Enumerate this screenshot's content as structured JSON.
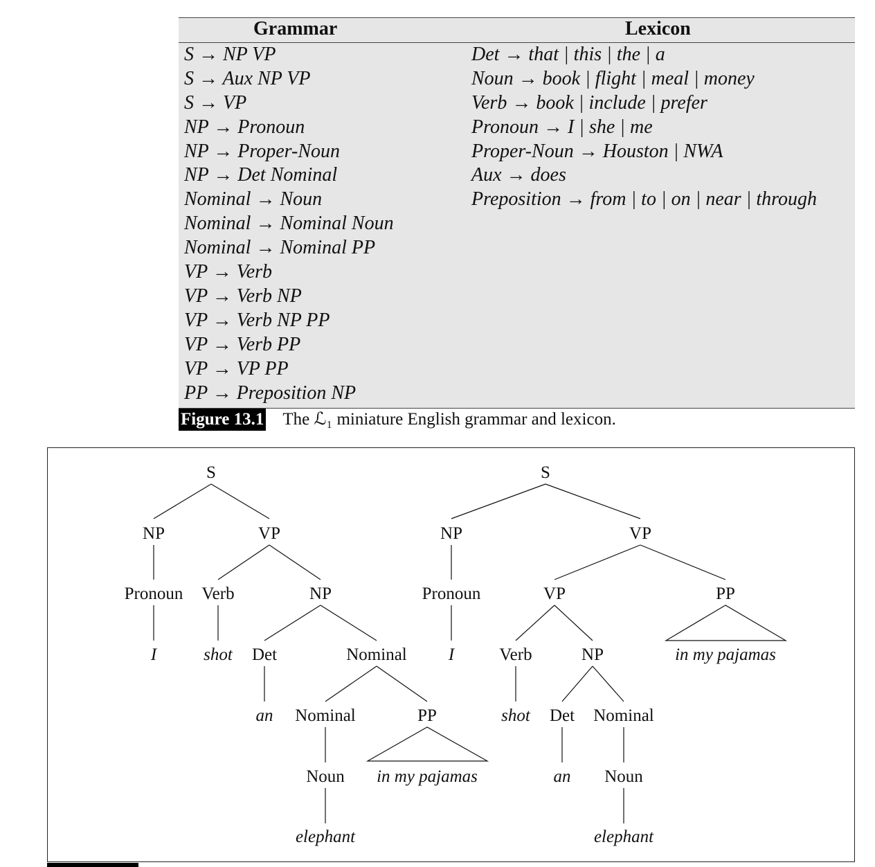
{
  "table": {
    "grammar_header": "Grammar",
    "lexicon_header": "Lexicon",
    "grammar_rules": [
      "S → NP VP",
      "S → Aux NP VP",
      "S → VP",
      "NP → Pronoun",
      "NP → Proper-Noun",
      "NP → Det Nominal",
      "Nominal → Noun",
      "Nominal → Nominal Noun",
      "Nominal → Nominal PP",
      "VP → Verb",
      "VP → Verb NP",
      "VP → Verb NP PP",
      "VP → Verb PP",
      "VP → VP PP",
      "PP → Preposition NP"
    ],
    "lexicon_rules": [
      "Det → that | this | the | a",
      "Noun → book | flight | meal | money",
      "Verb → book | include | prefer",
      "Pronoun → I | she | me",
      "Proper-Noun → Houston | NWA",
      "Aux → does",
      "Preposition → from | to | on | near | through"
    ]
  },
  "caption1": {
    "label": "Figure 13.1",
    "text": "The ℒ₁ miniature English grammar and lexicon."
  },
  "tree1": {
    "S": "S",
    "NP": "NP",
    "VP": "VP",
    "Pronoun": "Pronoun",
    "Verb": "Verb",
    "NP2": "NP",
    "I": "I",
    "shot": "shot",
    "Det": "Det",
    "Nominal": "Nominal",
    "an": "an",
    "Nominal2": "Nominal",
    "PP": "PP",
    "Noun": "Noun",
    "pp_text": "in my pajamas",
    "elephant": "elephant"
  },
  "tree2": {
    "S": "S",
    "NP": "NP",
    "VP": "VP",
    "Pronoun": "Pronoun",
    "VP2": "VP",
    "PP": "PP",
    "I": "I",
    "Verb": "Verb",
    "NP2": "NP",
    "pp_text": "in my pajamas",
    "shot": "shot",
    "Det": "Det",
    "Nominal": "Nominal",
    "an": "an",
    "Noun": "Noun",
    "elephant": "elephant"
  }
}
